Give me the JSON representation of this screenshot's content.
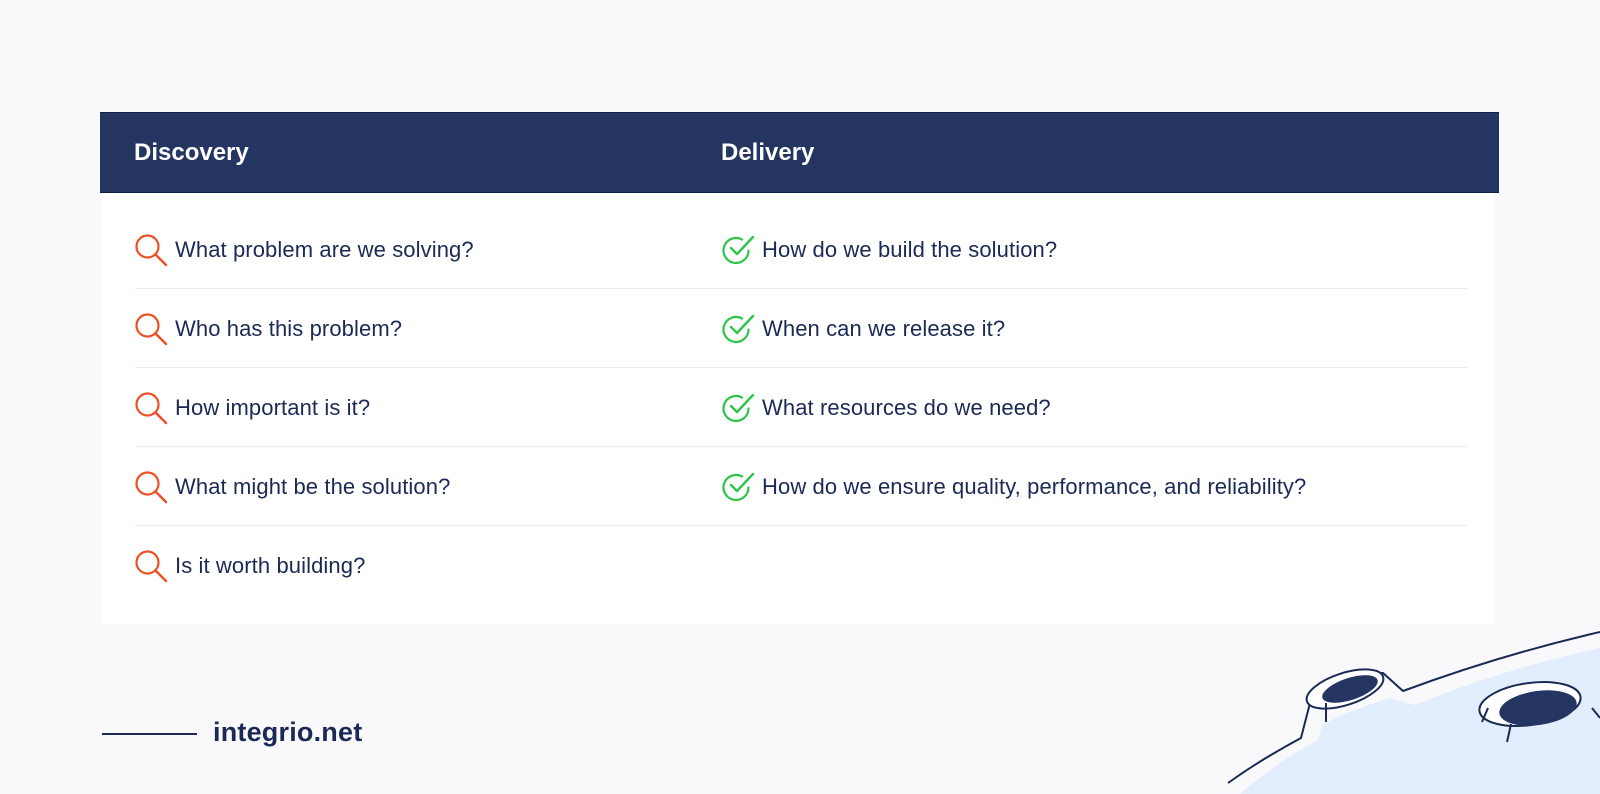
{
  "colors": {
    "background": "#f9f9fc",
    "header_bg": "#233560",
    "text": "#1b2a55",
    "discovery_icon": "#f04e23",
    "delivery_icon": "#2ec54a",
    "separator": "#ececef",
    "illustration_fill": "#e2eefd"
  },
  "table": {
    "columns": [
      {
        "label": "Discovery",
        "icon": "search-icon"
      },
      {
        "label": "Delivery",
        "icon": "check-circle-icon"
      }
    ],
    "discovery": [
      "What problem are we solving?",
      "Who has this problem?",
      "How important is it?",
      "What might be the solution?",
      "Is it worth building?"
    ],
    "delivery": [
      "How do we build the solution?",
      "When can we release it?",
      "What resources do we need?",
      "How do we ensure quality, performance, and reliability?"
    ]
  },
  "footer": {
    "brand": "integrio.net"
  }
}
